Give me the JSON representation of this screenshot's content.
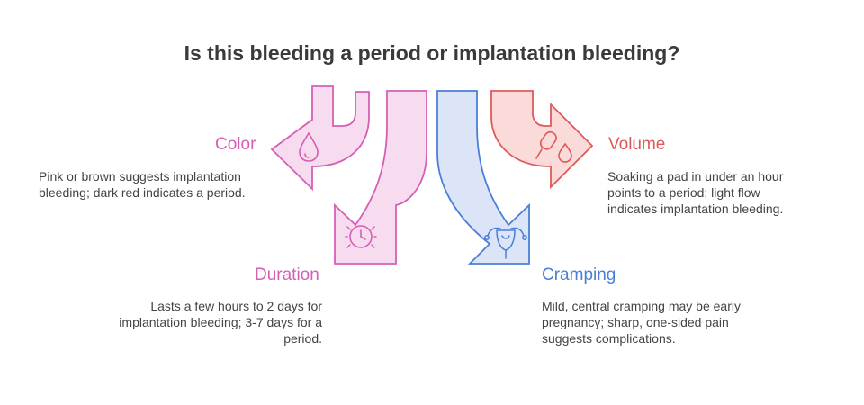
{
  "title": "Is this bleeding a period or implantation bleeding?",
  "colors": {
    "color": "#d55fb5",
    "duration": "#d55fb5",
    "volume": "#de5a5a",
    "cramping": "#4a7fd8",
    "pink_fill": "#f7dcef",
    "red_fill": "#fbdada",
    "blue_fill": "#dce5f8"
  },
  "sections": {
    "color": {
      "heading": "Color",
      "lines": [
        "Pink or brown suggests implantation",
        "bleeding; dark red indicates a period."
      ],
      "icon": "droplet-icon"
    },
    "duration": {
      "heading": "Duration",
      "lines": [
        "Lasts a few hours to 2 days for",
        "implantation bleeding; 3-7 days for a",
        "period."
      ],
      "icon": "clock-icon"
    },
    "volume": {
      "heading": "Volume",
      "lines": [
        "Soaking a pad in under an hour",
        "points to a period; light flow",
        "indicates implantation bleeding."
      ],
      "icon": "pad-drop-icon"
    },
    "cramping": {
      "heading": "Cramping",
      "lines": [
        "Mild, central cramping may be early",
        "pregnancy; sharp, one-sided pain",
        "suggests complications."
      ],
      "icon": "uterus-icon"
    }
  }
}
